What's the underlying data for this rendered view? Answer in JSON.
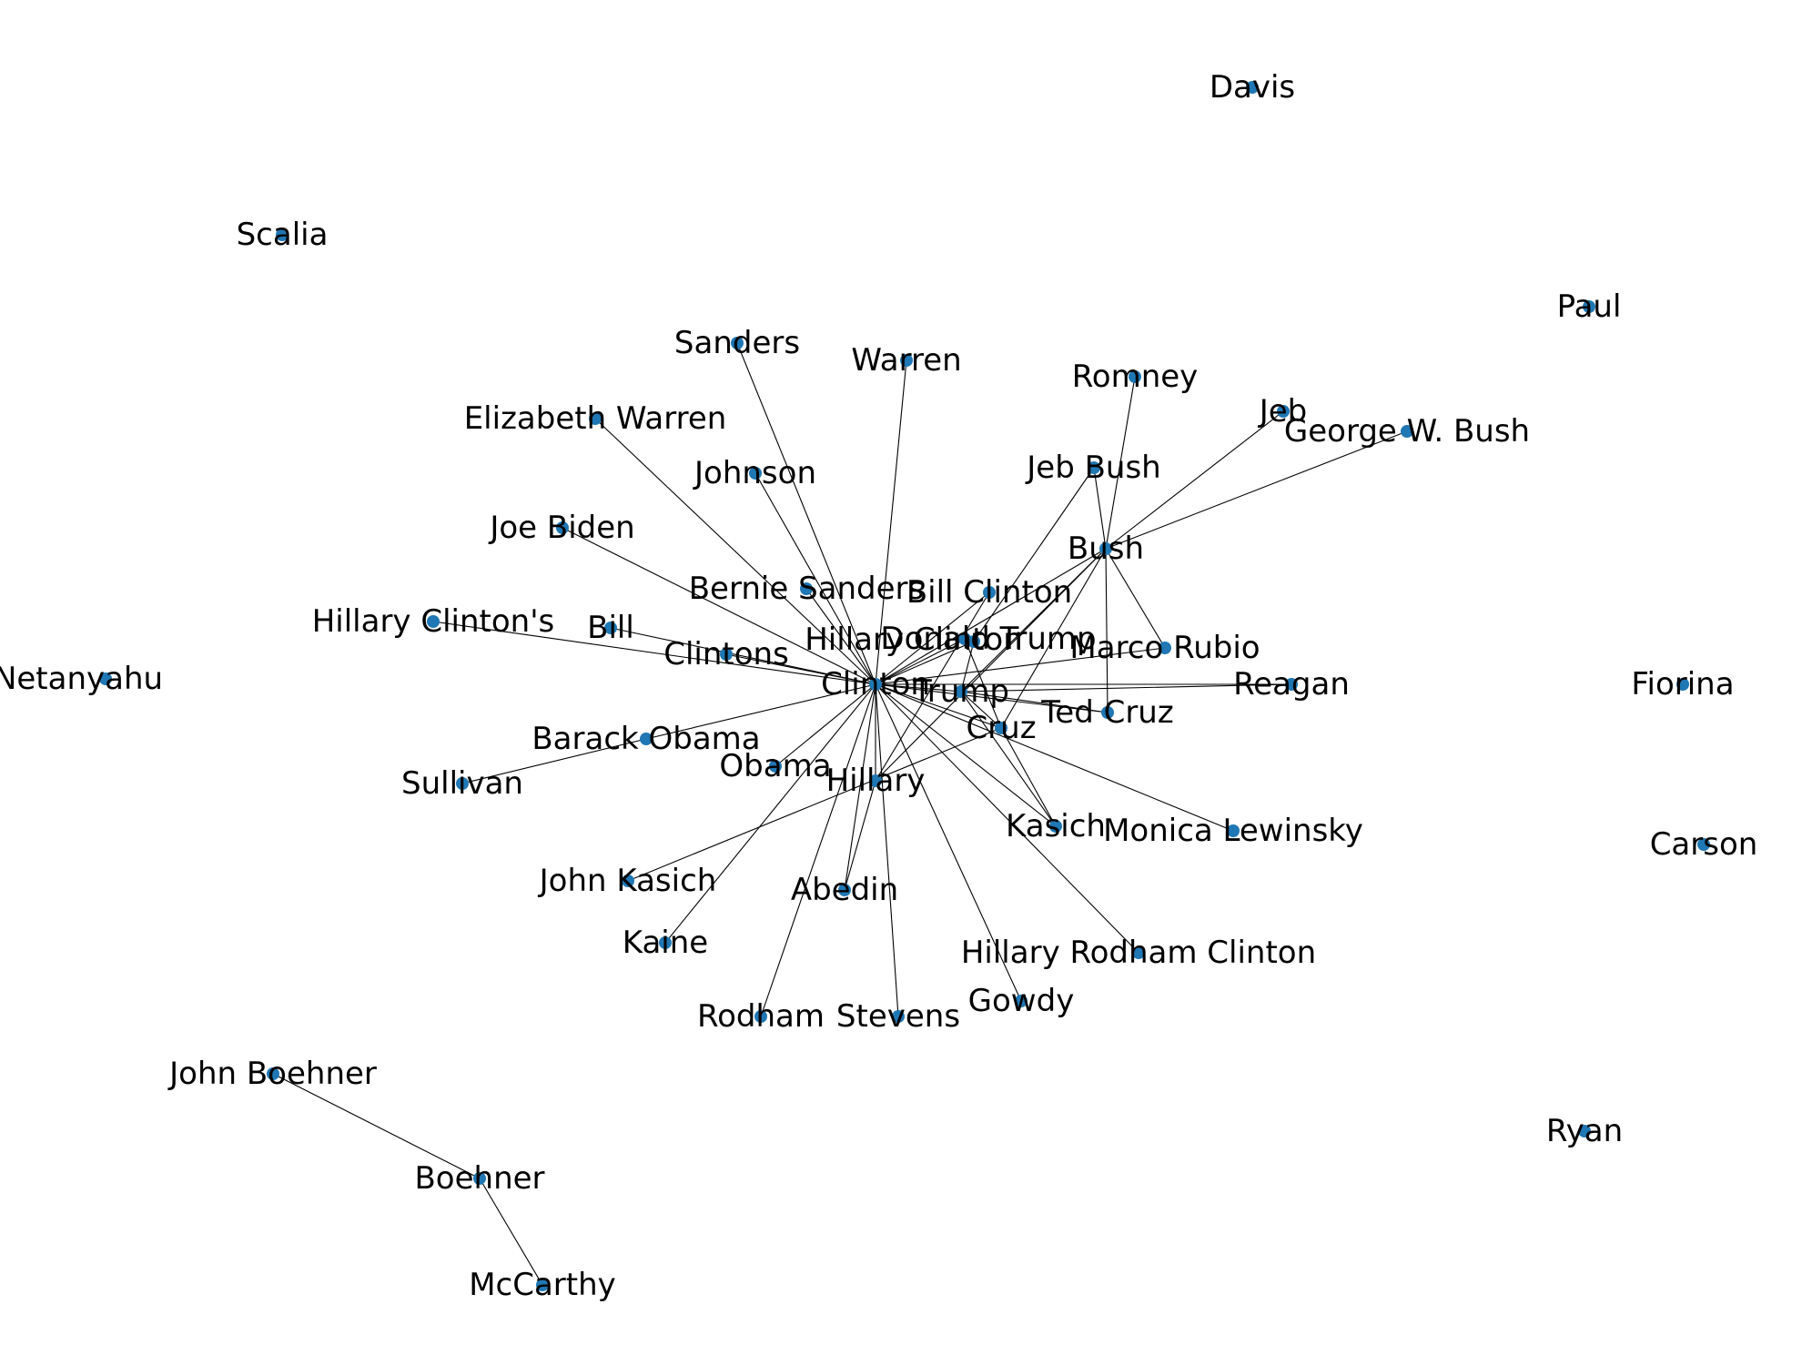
{
  "colors": {
    "background": "#ffffff",
    "node": "#1f77b4",
    "edge": "#000000",
    "label": "#000000"
  },
  "nodes": [
    {
      "id": "clinton",
      "label": "Clinton"
    },
    {
      "id": "trump",
      "label": "Trump"
    },
    {
      "id": "bush",
      "label": "Bush"
    },
    {
      "id": "hillary",
      "label": "Hillary"
    },
    {
      "id": "cruz",
      "label": "Cruz"
    },
    {
      "id": "ted_cruz",
      "label": "Ted Cruz"
    },
    {
      "id": "marco_rubio",
      "label": "Marco Rubio"
    },
    {
      "id": "kasich",
      "label": "Kasich"
    },
    {
      "id": "donald_trump",
      "label": "Donald Trump"
    },
    {
      "id": "hillary_clinton",
      "label": "Hillary Clinton"
    },
    {
      "id": "bill_clinton",
      "label": "Bill Clinton"
    },
    {
      "id": "bernie_sanders",
      "label": "Bernie Sanders"
    },
    {
      "id": "jeb_bush",
      "label": "Jeb Bush"
    },
    {
      "id": "jeb",
      "label": "Jeb"
    },
    {
      "id": "george_w_bush",
      "label": "George W. Bush"
    },
    {
      "id": "romney",
      "label": "Romney"
    },
    {
      "id": "warren",
      "label": "Warren"
    },
    {
      "id": "sanders",
      "label": "Sanders"
    },
    {
      "id": "elizabeth_warren",
      "label": "Elizabeth Warren"
    },
    {
      "id": "johnson",
      "label": "Johnson"
    },
    {
      "id": "joe_biden",
      "label": "Joe Biden"
    },
    {
      "id": "hillary_clintons",
      "label": "Hillary Clinton's"
    },
    {
      "id": "bill",
      "label": "Bill"
    },
    {
      "id": "clintons",
      "label": "Clintons"
    },
    {
      "id": "barack_obama",
      "label": "Barack Obama"
    },
    {
      "id": "obama",
      "label": "Obama"
    },
    {
      "id": "sullivan",
      "label": "Sullivan"
    },
    {
      "id": "john_kasich",
      "label": "John Kasich"
    },
    {
      "id": "kaine",
      "label": "Kaine"
    },
    {
      "id": "abedin",
      "label": "Abedin"
    },
    {
      "id": "rodham",
      "label": "Rodham"
    },
    {
      "id": "stevens",
      "label": "Stevens"
    },
    {
      "id": "gowdy",
      "label": "Gowdy"
    },
    {
      "id": "hillary_rodham_clinton",
      "label": "Hillary Rodham Clinton"
    },
    {
      "id": "monica_lewinsky",
      "label": "Monica Lewinsky"
    },
    {
      "id": "reagan",
      "label": "Reagan"
    },
    {
      "id": "davis",
      "label": "Davis"
    },
    {
      "id": "scalia",
      "label": "Scalia"
    },
    {
      "id": "paul",
      "label": "Paul"
    },
    {
      "id": "netanyahu",
      "label": "Netanyahu"
    },
    {
      "id": "fiorina",
      "label": "Fiorina"
    },
    {
      "id": "carson",
      "label": "Carson"
    },
    {
      "id": "ryan",
      "label": "Ryan"
    },
    {
      "id": "john_boehner",
      "label": "John Boehner"
    },
    {
      "id": "boehner",
      "label": "Boehner"
    },
    {
      "id": "mccarthy",
      "label": "McCarthy"
    }
  ],
  "edges": [
    [
      "clinton",
      "trump"
    ],
    [
      "clinton",
      "bush"
    ],
    [
      "clinton",
      "hillary"
    ],
    [
      "clinton",
      "cruz"
    ],
    [
      "clinton",
      "ted_cruz"
    ],
    [
      "clinton",
      "marco_rubio"
    ],
    [
      "clinton",
      "kasich"
    ],
    [
      "clinton",
      "donald_trump"
    ],
    [
      "clinton",
      "hillary_clinton"
    ],
    [
      "clinton",
      "bill_clinton"
    ],
    [
      "clinton",
      "bernie_sanders"
    ],
    [
      "clinton",
      "warren"
    ],
    [
      "clinton",
      "sanders"
    ],
    [
      "clinton",
      "elizabeth_warren"
    ],
    [
      "clinton",
      "johnson"
    ],
    [
      "clinton",
      "joe_biden"
    ],
    [
      "clinton",
      "hillary_clintons"
    ],
    [
      "clinton",
      "bill"
    ],
    [
      "clinton",
      "clintons"
    ],
    [
      "clinton",
      "barack_obama"
    ],
    [
      "clinton",
      "obama"
    ],
    [
      "clinton",
      "kaine"
    ],
    [
      "clinton",
      "abedin"
    ],
    [
      "clinton",
      "rodham"
    ],
    [
      "clinton",
      "stevens"
    ],
    [
      "clinton",
      "gowdy"
    ],
    [
      "clinton",
      "hillary_rodham_clinton"
    ],
    [
      "clinton",
      "monica_lewinsky"
    ],
    [
      "clinton",
      "reagan"
    ],
    [
      "trump",
      "bush"
    ],
    [
      "trump",
      "cruz"
    ],
    [
      "trump",
      "ted_cruz"
    ],
    [
      "trump",
      "kasich"
    ],
    [
      "trump",
      "reagan"
    ],
    [
      "trump",
      "hillary_clinton"
    ],
    [
      "bush",
      "jeb"
    ],
    [
      "bush",
      "george_w_bush"
    ],
    [
      "bush",
      "jeb_bush"
    ],
    [
      "bush",
      "ted_cruz"
    ],
    [
      "bush",
      "marco_rubio"
    ],
    [
      "bush",
      "cruz"
    ],
    [
      "bush",
      "hillary"
    ],
    [
      "bush",
      "romney"
    ],
    [
      "hillary",
      "abedin"
    ],
    [
      "hillary",
      "bill_clinton"
    ],
    [
      "cruz",
      "kasich"
    ],
    [
      "cruz",
      "john_kasich"
    ],
    [
      "cruz",
      "donald_trump"
    ],
    [
      "jeb_bush",
      "hillary_clinton"
    ],
    [
      "barack_obama",
      "sullivan"
    ],
    [
      "john_boehner",
      "boehner"
    ],
    [
      "boehner",
      "mccarthy"
    ]
  ]
}
